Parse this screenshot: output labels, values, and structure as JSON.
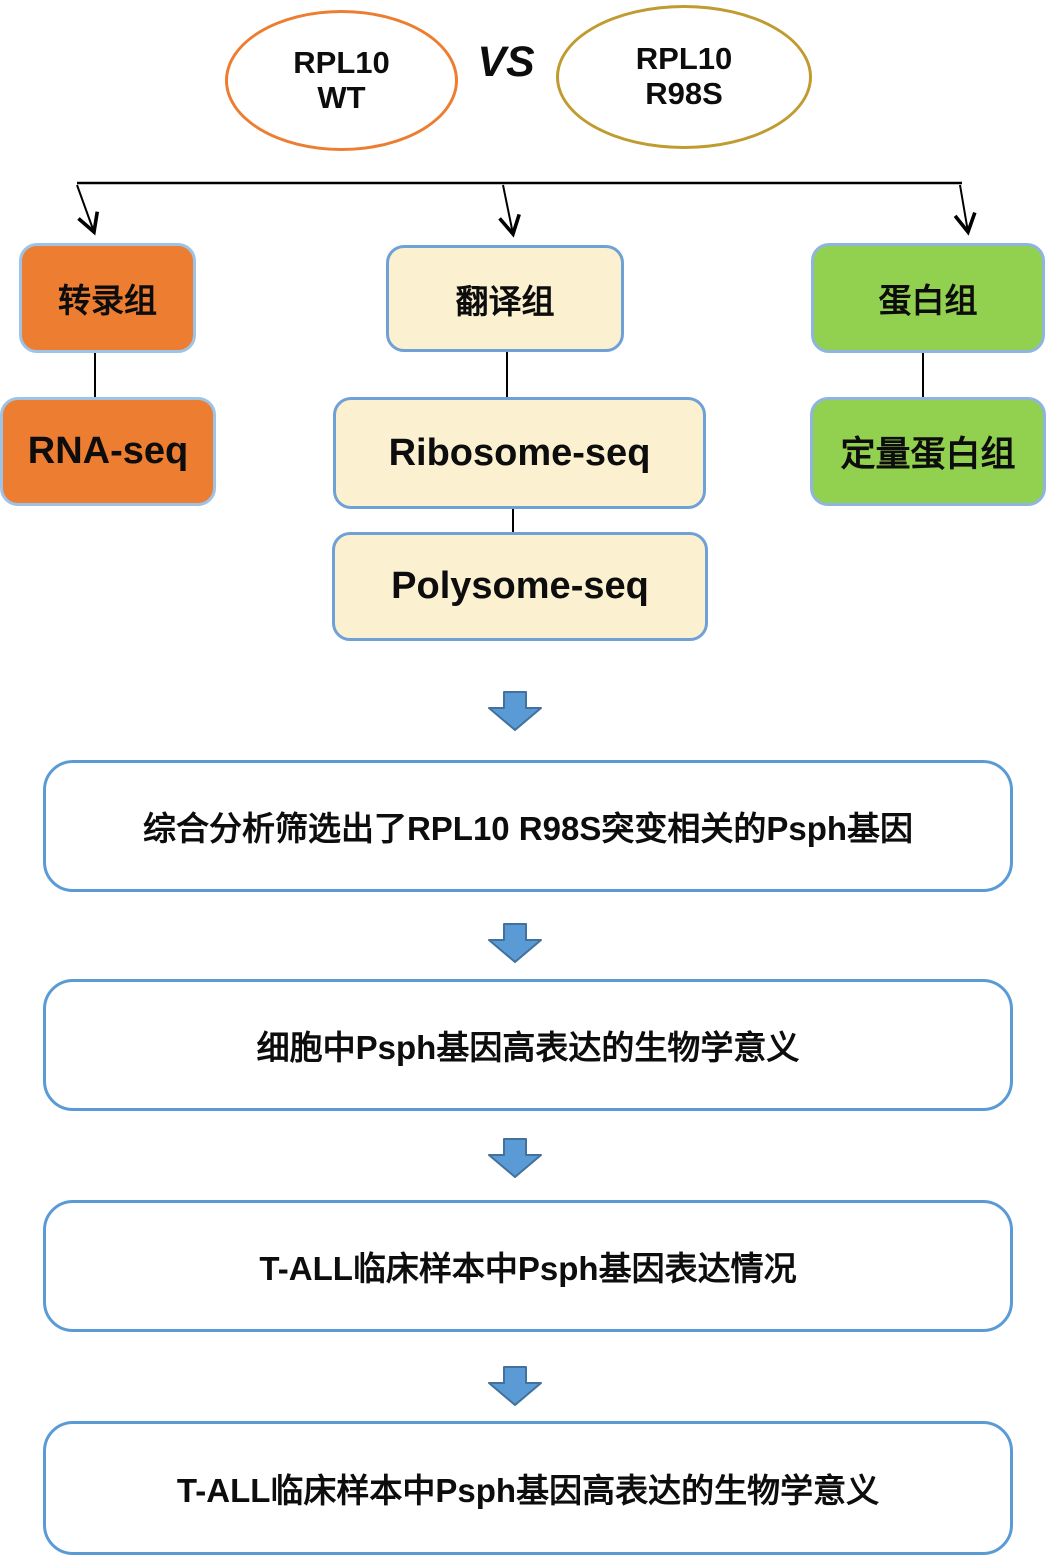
{
  "comparison": {
    "left": {
      "line1": "RPL10",
      "line2": "WT"
    },
    "vs": "VS",
    "right": {
      "line1": "RPL10",
      "line2": "R98S"
    }
  },
  "branches": [
    {
      "label": "转录组",
      "methods": [
        "RNA-seq"
      ]
    },
    {
      "label": "翻译组",
      "methods": [
        "Ribosome-seq",
        "Polysome-seq"
      ]
    },
    {
      "label": "蛋白组",
      "methods": [
        "定量蛋白组"
      ]
    }
  ],
  "flow_steps": [
    "综合分析筛选出了RPL10 R98S突变相关的Psph基因",
    "细胞中Psph基因高表达的生物学意义",
    "T-ALL临床样本中Psph基因表达情况",
    "T-ALL临床样本中Psph基因高表达的生物学意义"
  ],
  "colors": {
    "orange_fill": "#ED7D31",
    "cream_fill": "#FBF0D0",
    "green_fill": "#92D050",
    "node_border_light": "#9DC3E6",
    "cream_border": "#6FA0D6",
    "panel_border": "#5B9BD5",
    "arrow_fill": "#5B9BD5",
    "arrow_stroke": "#41719C",
    "ellipse_left_border": "#ED7D31",
    "ellipse_right_border": "#BF9B30",
    "connector": "#000000"
  },
  "icons": {
    "down_arrow": "block-down-arrow",
    "split_arrows": "three-way-split-arrows"
  }
}
